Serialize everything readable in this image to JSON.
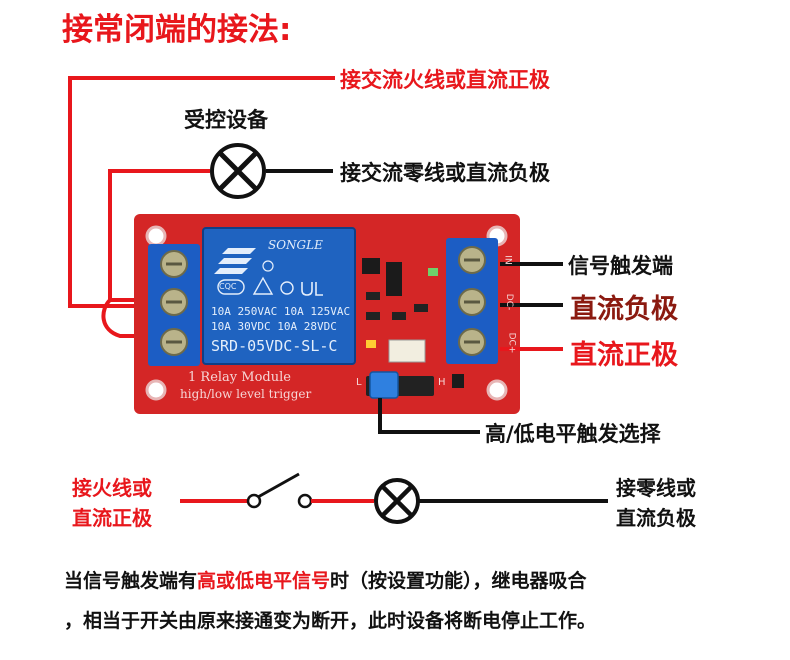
{
  "title": "接常闭端的接法:",
  "labels": {
    "live_positive": "接交流火线或直流正极",
    "controlled_device": "受控设备",
    "neutral_negative": "接交流零线或直流负极",
    "signal_trigger": "信号触发端",
    "dc_negative": "直流负极",
    "dc_positive": "直流正极",
    "level_select": "高/低电平触发选择"
  },
  "board": {
    "relay_brand": "SONGLE",
    "relay_specs": [
      "10A 250VAC  10A 125VAC",
      "10A  30VDC  10A  28VDC"
    ],
    "relay_model": "SRD-05VDC-SL-C",
    "relay_cert": "CQC",
    "module_line1": "1 Relay  Module",
    "module_line2": "high/low level trigger",
    "pins_right": [
      "IN",
      "DC-",
      "DC+"
    ],
    "jumper_labels": [
      "L",
      "H"
    ]
  },
  "schematic": {
    "left_line1": "接火线或",
    "left_line2": "直流正极",
    "right_line1": "接零线或",
    "right_line2": "直流负极"
  },
  "note": {
    "line1_before": "当信号触发端有",
    "line1_highlight": "高或低电平信号",
    "line1_after": "时（按设置功能），继电器吸合",
    "line2": "，相当于开关由原来接通变为断开，此时设备将断电停止工作。"
  },
  "colors": {
    "accent_red": "#e8171c",
    "dark_red": "#8b1a10",
    "board_red": "#d42626",
    "relay_blue": "#1f63c0",
    "terminal_blue": "#1c5dc4"
  }
}
